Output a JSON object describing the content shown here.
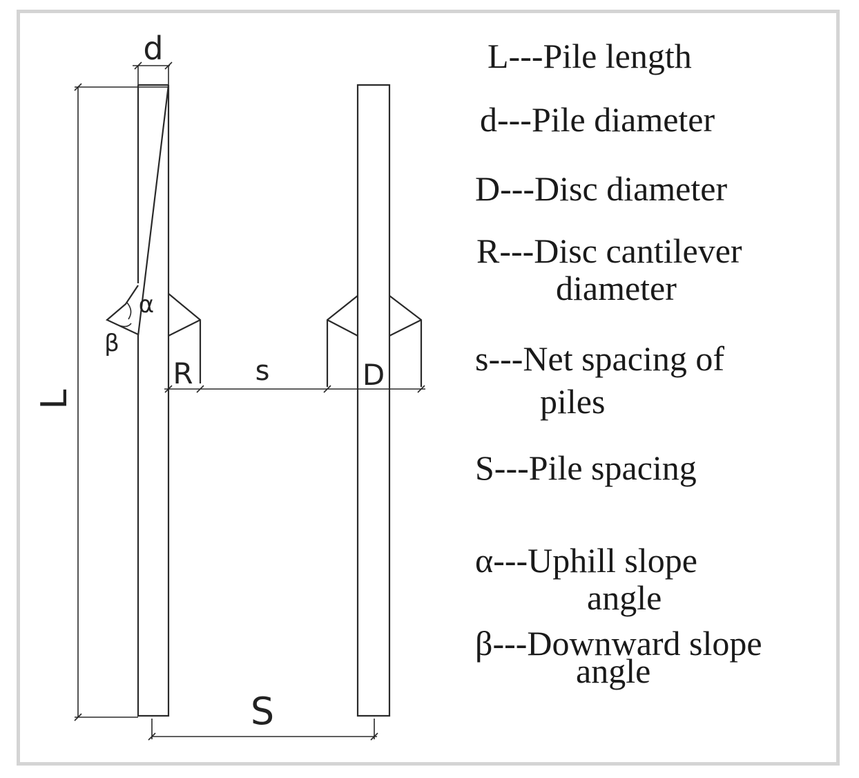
{
  "diagram": {
    "dimension_labels": {
      "pile_length": "L",
      "pile_diameter": "d",
      "uphill_angle": "α",
      "downward_angle": "β",
      "cantilever": "R",
      "net_spacing": "s",
      "disc_diameter": "D",
      "pile_spacing": "S"
    }
  },
  "legend": [
    {
      "line1": "L---Pile length",
      "line2": ""
    },
    {
      "line1": "d---Pile diameter",
      "line2": ""
    },
    {
      "line1": "D---Disc diameter",
      "line2": ""
    },
    {
      "line1": "R---Disc cantilever",
      "line2": "diameter"
    },
    {
      "line1": "s---Net spacing of",
      "line2": "piles"
    },
    {
      "line1": "S---Pile spacing",
      "line2": ""
    },
    {
      "line1": "α---Uphill slope",
      "line2": "angle"
    },
    {
      "line1": "β---Downward slope",
      "line2": "angle"
    }
  ],
  "colors": {
    "line": "#2a2a2a",
    "frame_border": "#d4d4d4",
    "background": "#ffffff"
  }
}
